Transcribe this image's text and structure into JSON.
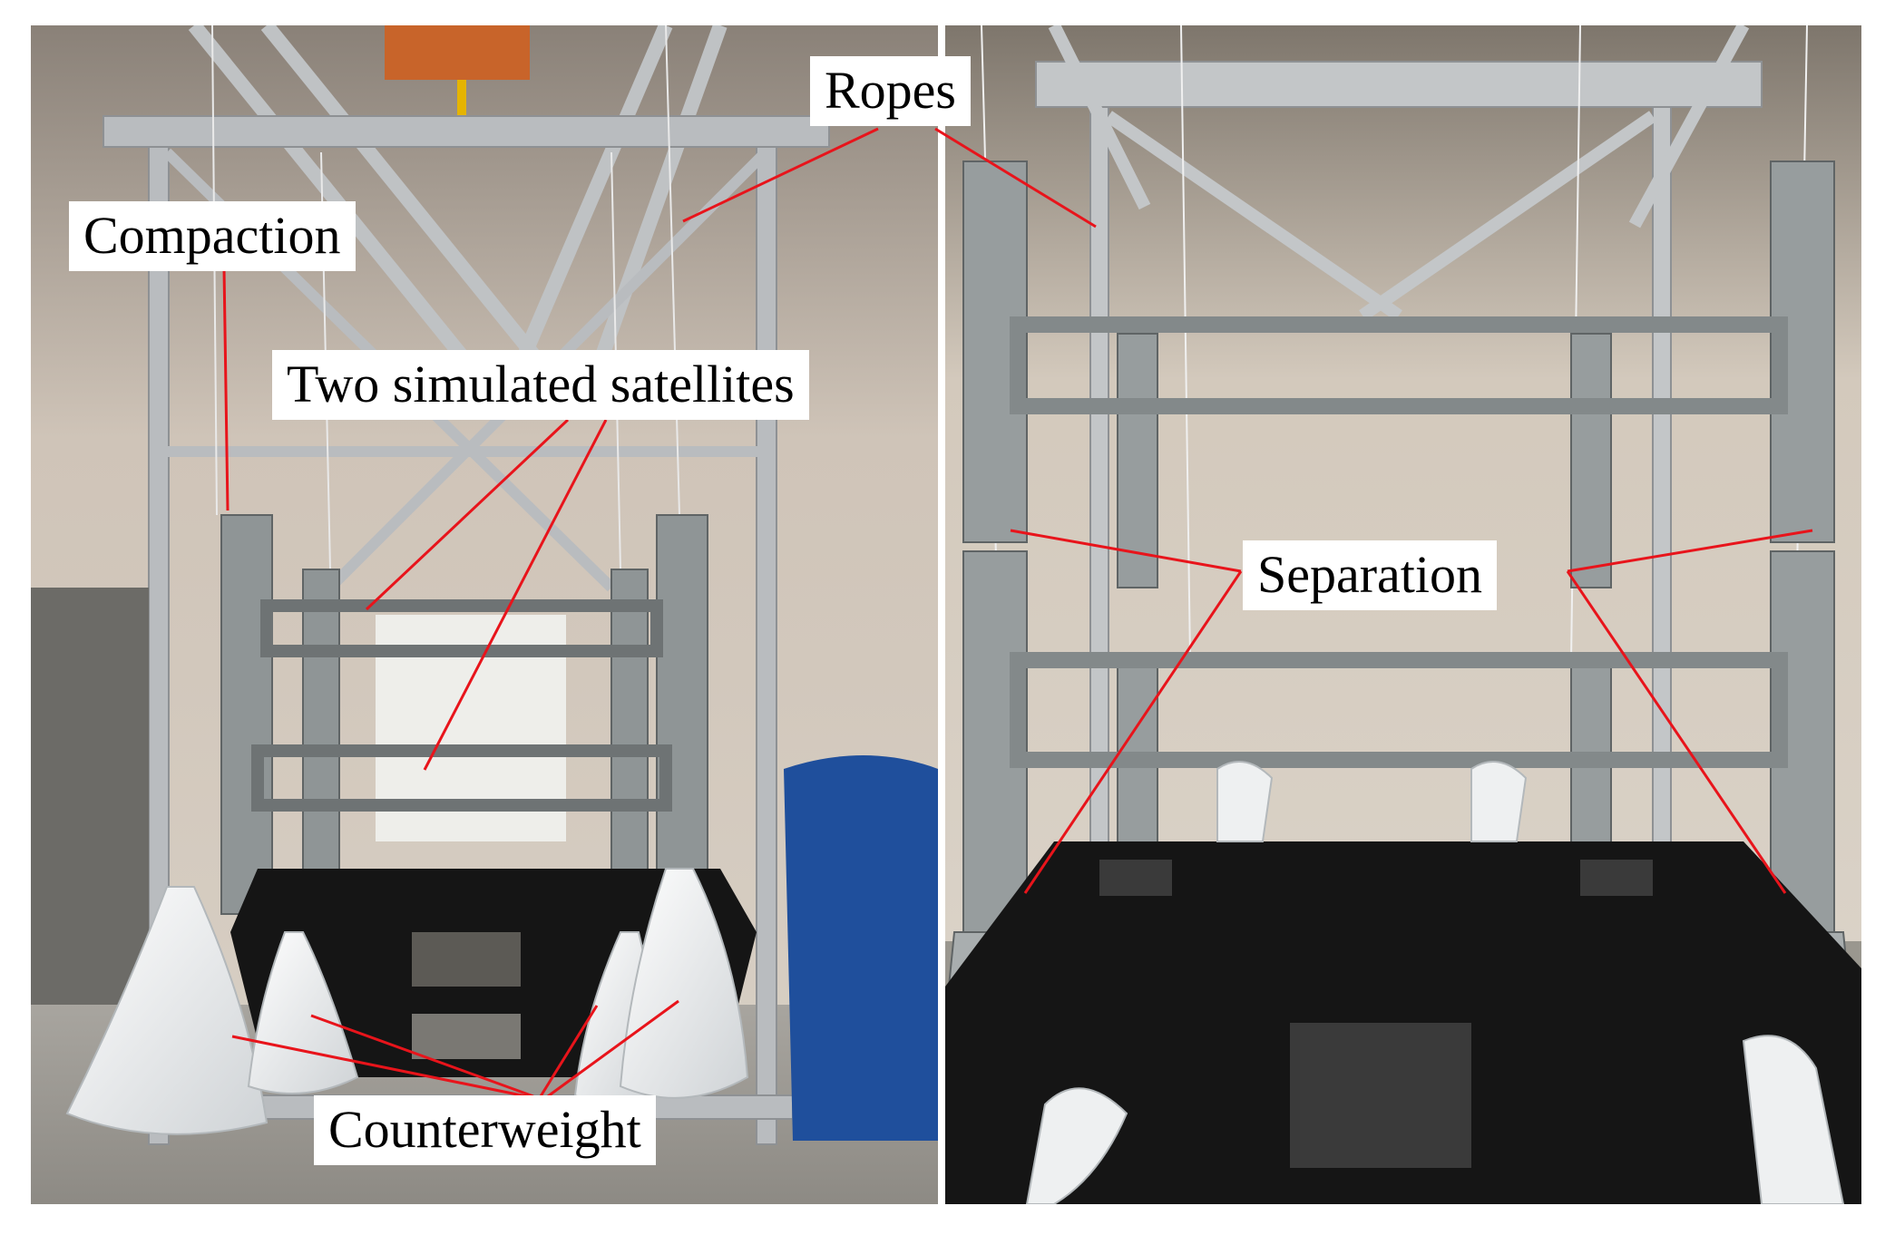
{
  "labels": {
    "compaction": "Compaction",
    "two_simulated_satellites": "Two simulated satellites",
    "ropes": "Ropes",
    "counterweight": "Counterweight",
    "separation": "Separation"
  },
  "colors": {
    "leader_line": "#e8141b",
    "label_background": "#ffffff",
    "label_text": "#000000",
    "aluminium_frame": "#b9bcbf",
    "structure_gray": "#8f9596",
    "base_black": "#151515",
    "wall_beige": "#d8cfc4",
    "floor_gray": "#9c9a95",
    "counterweight_bag": "#eceeef",
    "cover_blue": "#1f4f9c"
  }
}
